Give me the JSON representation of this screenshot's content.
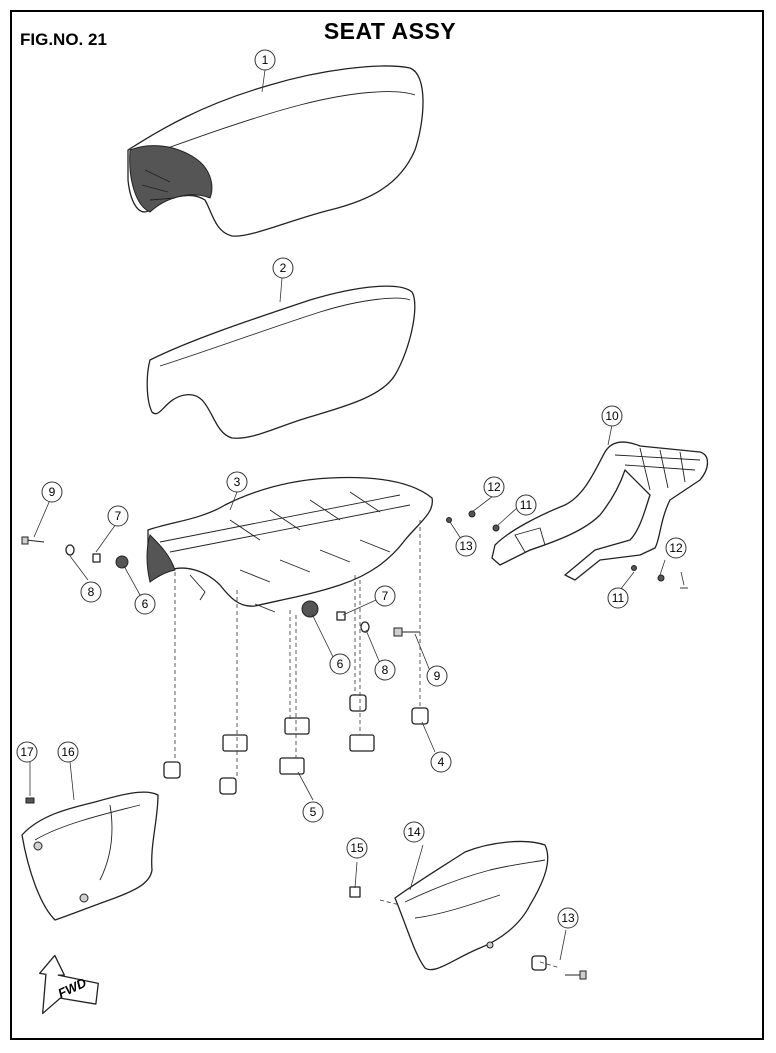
{
  "figure": {
    "number_label": "FIG.NO. 21",
    "title": "SEAT ASSY"
  },
  "direction_arrow": {
    "label": "FWD"
  },
  "callouts": [
    "1",
    "2",
    "3",
    "4",
    "5",
    "6",
    "6",
    "7",
    "7",
    "8",
    "8",
    "9",
    "9",
    "10",
    "11",
    "11",
    "12",
    "12",
    "13",
    "13",
    "14",
    "15",
    "16",
    "17"
  ]
}
